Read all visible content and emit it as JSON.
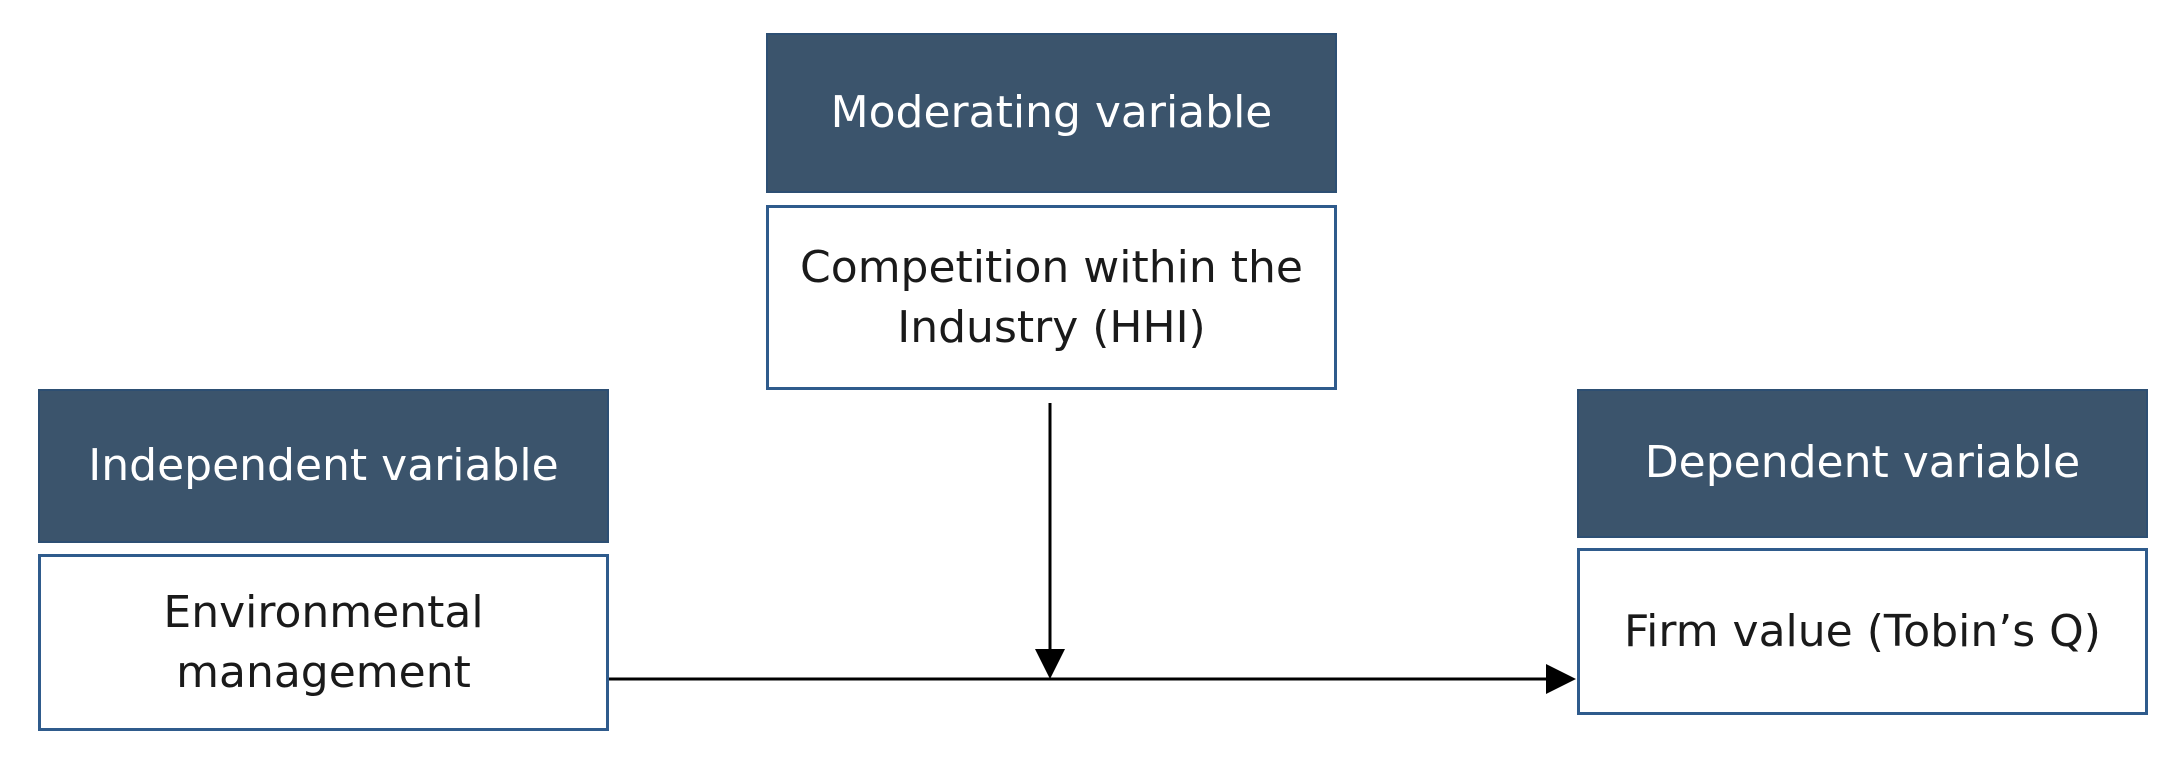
{
  "moderating": {
    "header": "Moderating variable",
    "content": "Competition within the Industry (HHI)"
  },
  "independent": {
    "header": "Independent variable",
    "content": "Environmental management"
  },
  "dependent": {
    "header": "Dependent variable",
    "content": "Firm value (Tobin’s Q)"
  },
  "colors": {
    "header_fill": "#3b546c",
    "box_border": "#2f5b8c",
    "arrow": "#000000"
  }
}
